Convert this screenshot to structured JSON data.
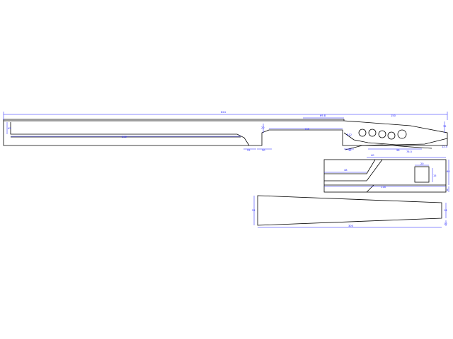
{
  "drawing": {
    "line_color": "#000000",
    "dimension_color": "#1a1aff",
    "background": "#ffffff"
  },
  "dimensions": {
    "overall_length": "624",
    "top_right_span": "150",
    "notch_top": "69.8",
    "left_height": "45",
    "long_bottom": "330",
    "step_mid": "106",
    "step_left": "25",
    "step_right": "30",
    "right_height": "20",
    "gap_small": "35",
    "right_a": "98",
    "right_b": "78.5",
    "hole_note": "R12",
    "far_right_h": "32",
    "far_right_small": "12.5",
    "p2_top": "40",
    "p2_left": "48",
    "p2_bottom": "116",
    "p2_height": "60",
    "p2_rect_w": "20",
    "p2_rect_h": "15",
    "p2_right_small": "8",
    "p3_left": "55",
    "p3_bottom": "300",
    "p3_right": "18",
    "p3_right_small": "10"
  }
}
